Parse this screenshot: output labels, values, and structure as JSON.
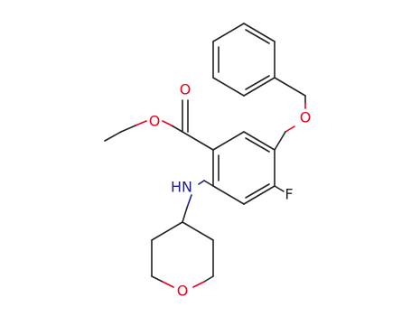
{
  "atoms": {
    "carbonyl_oxygen": {
      "label": "O",
      "color": "#e8001c"
    },
    "ester_oxygen": {
      "label": "O",
      "color": "#e8001c"
    },
    "ether_oxygen": {
      "label": "O",
      "color": "#e8001c"
    },
    "ring_oxygen": {
      "label": "O",
      "color": "#e8001c"
    },
    "fluorine": {
      "label": "F",
      "color": "#222222"
    },
    "amine": {
      "label": "HN",
      "color": "#1c1c8c"
    }
  },
  "colors": {
    "bond": "#222222",
    "oxygen": "#e8001c",
    "nitrogen": "#1c1c8c",
    "background": "#ffffff"
  }
}
